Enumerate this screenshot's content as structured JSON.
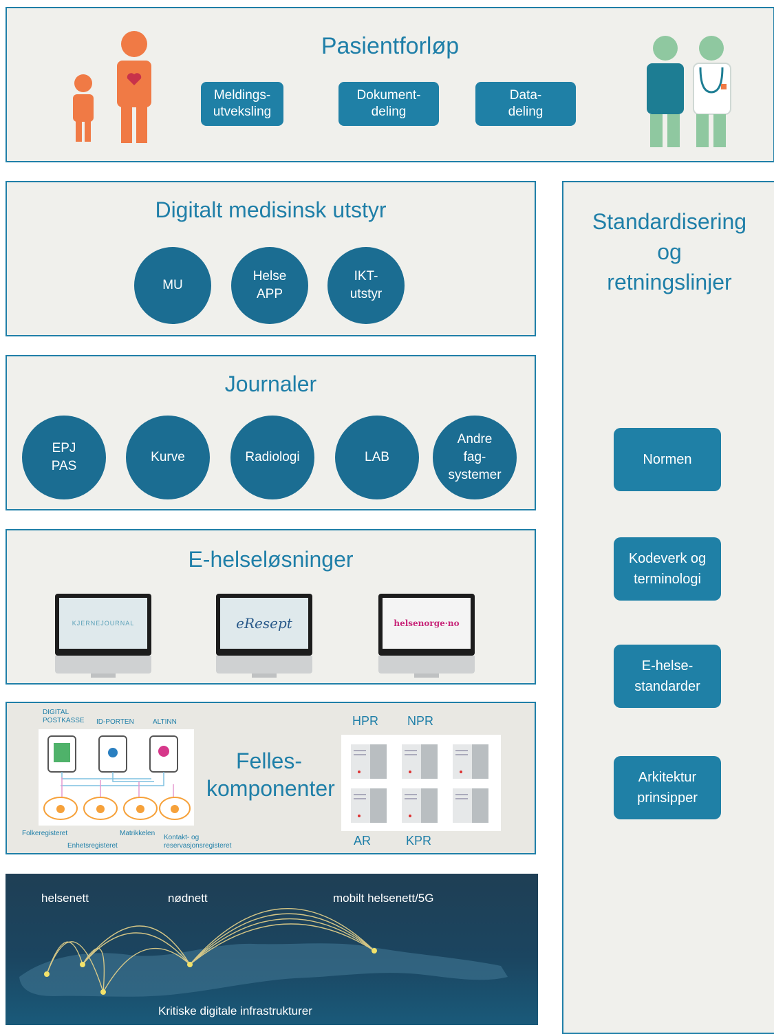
{
  "pasientforlop": {
    "title": "Pasientforløp",
    "buttons": [
      "Meldings-\nutveksling",
      "Dokument-\ndeling",
      "Data-\ndeling"
    ]
  },
  "utstyr": {
    "title": "Digitalt medisinsk utstyr",
    "circles": [
      "MU",
      "Helse\nAPP",
      "IKT-\nutstyr"
    ]
  },
  "journaler": {
    "title": "Journaler",
    "circles": [
      "EPJ\nPAS",
      "Kurve",
      "Radiologi",
      "LAB",
      "Andre\nfag-\nsystemer"
    ]
  },
  "ehelse": {
    "title": "E-helseløsninger",
    "screens": [
      "KJERNEJOURNAL",
      "eResept",
      "helsenorge·no"
    ]
  },
  "felles": {
    "title": "Felles-\nkomponenter",
    "top_labels": [
      "DIGITAL\nPOSTKASSE",
      "ID-PORTEN",
      "ALTINN"
    ],
    "bottom_labels": [
      "Folkeregisteret",
      "Enhetsregisteret",
      "Matrikkelen",
      "Kontakt- og\nreservasjonsregisteret"
    ],
    "registers_top": [
      "HPR",
      "NPR"
    ],
    "registers_bottom": [
      "AR",
      "KPR"
    ]
  },
  "infra": {
    "labels": [
      "helsenett",
      "nødnett",
      "mobilt helsenett/5G"
    ],
    "caption": "Kritiske digitale infrastrukturer"
  },
  "standard": {
    "title": "Standardisering\nog\nretningslinjer",
    "buttons": [
      "Normen",
      "Kodeverk og\nterminologi",
      "E-helse-\nstandarder",
      "Arkitektur\nprinsipper"
    ]
  },
  "colors": {
    "accent": "#1f7fa8",
    "circle": "#1b6d92",
    "orange": "#f07a45",
    "green": "#8fc8a0",
    "panel": "#f0f0ec",
    "infra_bg": "#1a3f58"
  }
}
